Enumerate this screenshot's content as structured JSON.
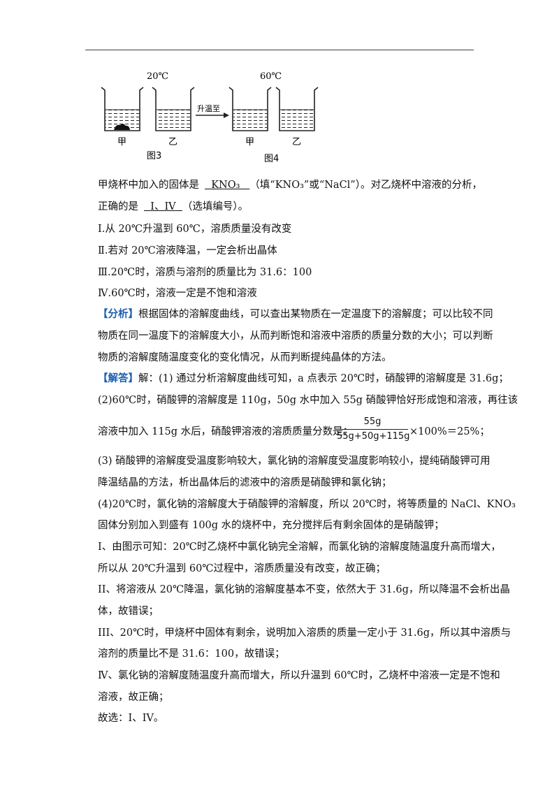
{
  "figure": {
    "temp_left": "20℃",
    "temp_right": "60℃",
    "arrow_label": "升温至",
    "beaker_labels": [
      "甲",
      "乙",
      "甲",
      "乙"
    ],
    "caption_left": "图3",
    "caption_right": "图4"
  },
  "q": {
    "l1_a": "甲烧杯中加入的固体是",
    "l1_answer": "KNO₃",
    "l1_b": "（填“KNO₃”或“NaCl”）。对乙烧杯中溶液的分析，",
    "l2_a": "正确的是",
    "l2_answer": "I、IV",
    "l2_b": "（选填编号）。",
    "opt1": "Ⅰ.从 20℃升温到 60℃，溶质质量没有改变",
    "opt2": "Ⅱ.若对 20℃溶液降温，一定会析出晶体",
    "opt3": "Ⅲ.20℃时，溶质与溶剂的质量比为 31.6：100",
    "opt4": "Ⅳ.60℃时，溶液一定是不饱和溶液"
  },
  "analysis": {
    "tag": "【分析】",
    "l1": "根据固体的溶解度曲线，可以查出某物质在一定温度下的溶解度；可以比较不同",
    "l2": "物质在同一温度下的溶解度大小，从而判断饱和溶液中溶质的质量分数的大小；可以判断",
    "l3": "物质的溶解度随温度变化的变化情况，从而判断提纯晶体的方法。"
  },
  "answer": {
    "tag": "【解答】",
    "l1": "解：(1) 通过分析溶解度曲线可知，a 点表示 20℃时，硝酸钾的溶解度是 31.6g；",
    "l2": "(2)60℃时，硝酸钾的溶解度是 110g，50g 水中加入 55g 硝酸钾恰好形成饱和溶液，再往该",
    "l3": "溶液中加入 115g 水后，硝酸钾溶液的溶质质量分数是：",
    "frac_num": "55g",
    "frac_den": "55g+50g+115g",
    "frac_tail": "×100%＝25%；",
    "l4": "(3) 硝酸钾的溶解度受温度影响较大，氯化钠的溶解度受温度影响较小，提纯硝酸钾可用",
    "l5": "降温结晶的方法，析出晶体后的滤液中的溶质是硝酸钾和氯化钠；",
    "l6": "(4)20℃时，氯化钠的溶解度大于硝酸钾的溶解度，所以 20℃时，将等质量的 NaCl、KNO₃",
    "l7": "固体分别加入到盛有 100g 水的烧杯中，充分搅拌后有剩余固体的是硝酸钾；",
    "l8": "Ⅰ、由图示可知：20℃时乙烧杯中氯化钠完全溶解，而氯化钠的溶解度随温度升高而增大，",
    "l9": "所以从 20℃升温到 60℃过程中，溶质质量没有改变，故正确；",
    "l10": "II、将溶液从 20℃降温，氯化钠的溶解度基本不变，依然大于 31.6g，所以降温不会析出晶",
    "l11": "体，故错误；",
    "l12": "III、20℃时，甲烧杯中固体有剩余，说明加入溶质的质量一定小于 31.6g，所以其中溶质与",
    "l13": "溶剂的质量比不是 31.6：100，故错误；",
    "l14": "Ⅳ、氯化钠的溶解度随温度升高而增大，所以升温到 60℃时，乙烧杯中溶液一定是不饱和",
    "l15": "溶液，故正确；",
    "l16": "故选：I、IV。"
  }
}
